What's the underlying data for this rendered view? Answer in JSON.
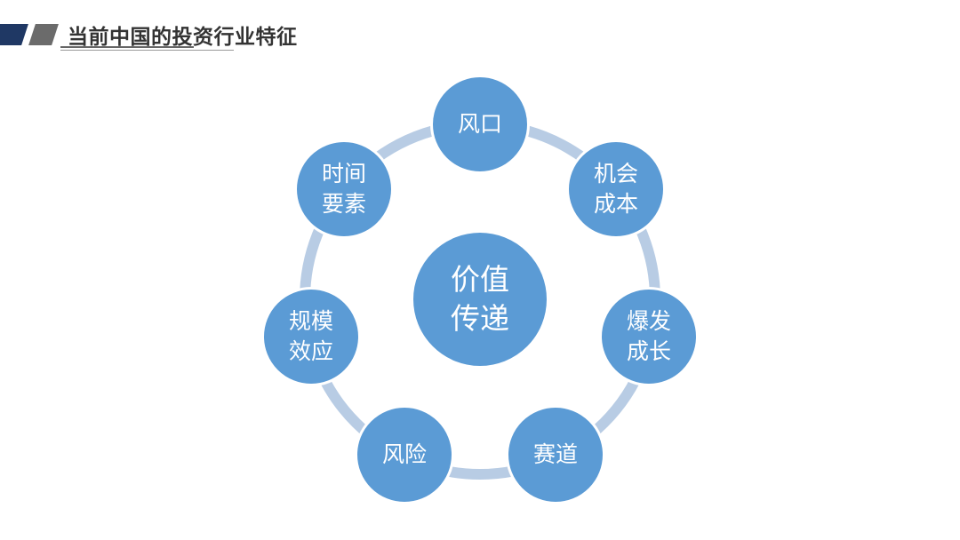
{
  "header": {
    "title": "当前中国的投资行业特征"
  },
  "diagram": {
    "center": "价值\n传递",
    "nodes": [
      "风口",
      "机会\n成本",
      "爆发\n成长",
      "赛道",
      "风险",
      "规模\n效应",
      "时间\n要素"
    ],
    "colors": {
      "node": "#5b9bd5",
      "ring": "#b8cce4"
    }
  }
}
